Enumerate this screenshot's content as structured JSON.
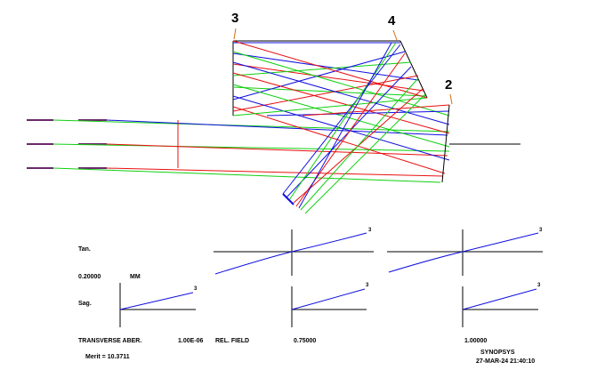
{
  "surfaces": [
    "3",
    "4",
    "2"
  ],
  "plots": {
    "tan_label": "Tan.",
    "sag_label": "Sag.",
    "scale_value": "0.20000",
    "scale_unit": "MM",
    "curve_label": "3"
  },
  "footer": {
    "aberration": "TRANSVERSE ABER.",
    "wavelength": "1.00E-06",
    "rel_field": "REL. FIELD",
    "field_1": "0.75000",
    "field_2": "1.00000",
    "merit": "Merit = 10.3711",
    "program": "SYNOPSYS",
    "datetime": "27-MAR-24  21:40:10"
  },
  "colors": {
    "ray_blue": "#1010e0",
    "ray_red": "#e81010",
    "ray_green": "#10d010",
    "surface_tick": "#d07010",
    "line": "#000000"
  }
}
